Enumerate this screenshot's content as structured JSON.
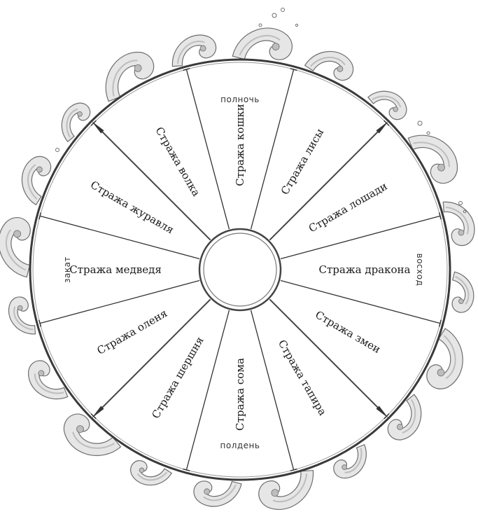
{
  "diagram": {
    "cardinals": {
      "north": "полночь",
      "east": "восход",
      "south": "полдень",
      "west": "закат"
    },
    "watches": [
      "Стража кошки",
      "Стража лисы",
      "Стража лошади",
      "Стража дракона",
      "Стража змеи",
      "Стража тапира",
      "Стража сома",
      "Стража шершня",
      "Стража оленя",
      "Стража медведя",
      "Стража журавля",
      "Стража волка"
    ],
    "colors": {
      "ink": "#1a1a1a",
      "wave_light": "#e6e6e6",
      "wave_mid": "#bdbdbd",
      "wave_dark": "#6e6e6e"
    },
    "decoration": "ornamental-wave-border"
  }
}
